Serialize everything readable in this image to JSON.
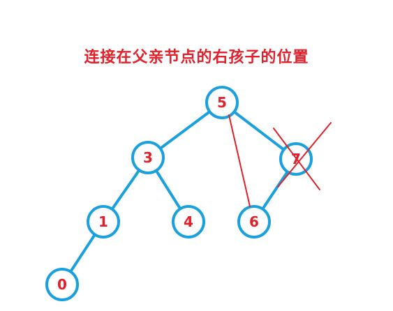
{
  "caption": "连接在父亲节点的右孩子的位置",
  "colors": {
    "edge": "#1aa0dc",
    "label": "#e0202a",
    "annotation": "#e0202a"
  },
  "nodes": [
    {
      "id": "5",
      "label": "5"
    },
    {
      "id": "3",
      "label": "3"
    },
    {
      "id": "7",
      "label": "7"
    },
    {
      "id": "1",
      "label": "1"
    },
    {
      "id": "4",
      "label": "4"
    },
    {
      "id": "6",
      "label": "6"
    },
    {
      "id": "0",
      "label": "0"
    }
  ],
  "edges": [
    {
      "from": "5",
      "to": "3"
    },
    {
      "from": "5",
      "to": "7"
    },
    {
      "from": "3",
      "to": "1"
    },
    {
      "from": "3",
      "to": "4"
    },
    {
      "from": "7",
      "to": "6"
    },
    {
      "from": "1",
      "to": "0"
    }
  ],
  "annotations": {
    "new_link": {
      "from": "5",
      "to": "6"
    },
    "crossed_out_node": "7"
  }
}
